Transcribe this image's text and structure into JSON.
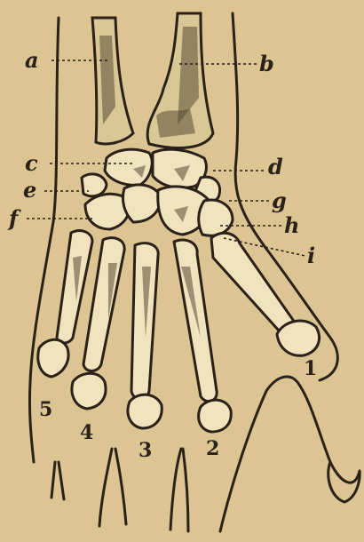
{
  "figure": {
    "labels": {
      "a": "a",
      "b": "b",
      "c": "c",
      "d": "d",
      "e": "e",
      "f": "f",
      "g": "g",
      "h": "h",
      "i": "i"
    },
    "digits": {
      "d1": "1",
      "d2": "2",
      "d3": "3",
      "d4": "4",
      "d5": "5"
    },
    "colors": {
      "paper": "#dcc592",
      "bone": "#f1e3bd",
      "ink": "#2a2118"
    }
  }
}
